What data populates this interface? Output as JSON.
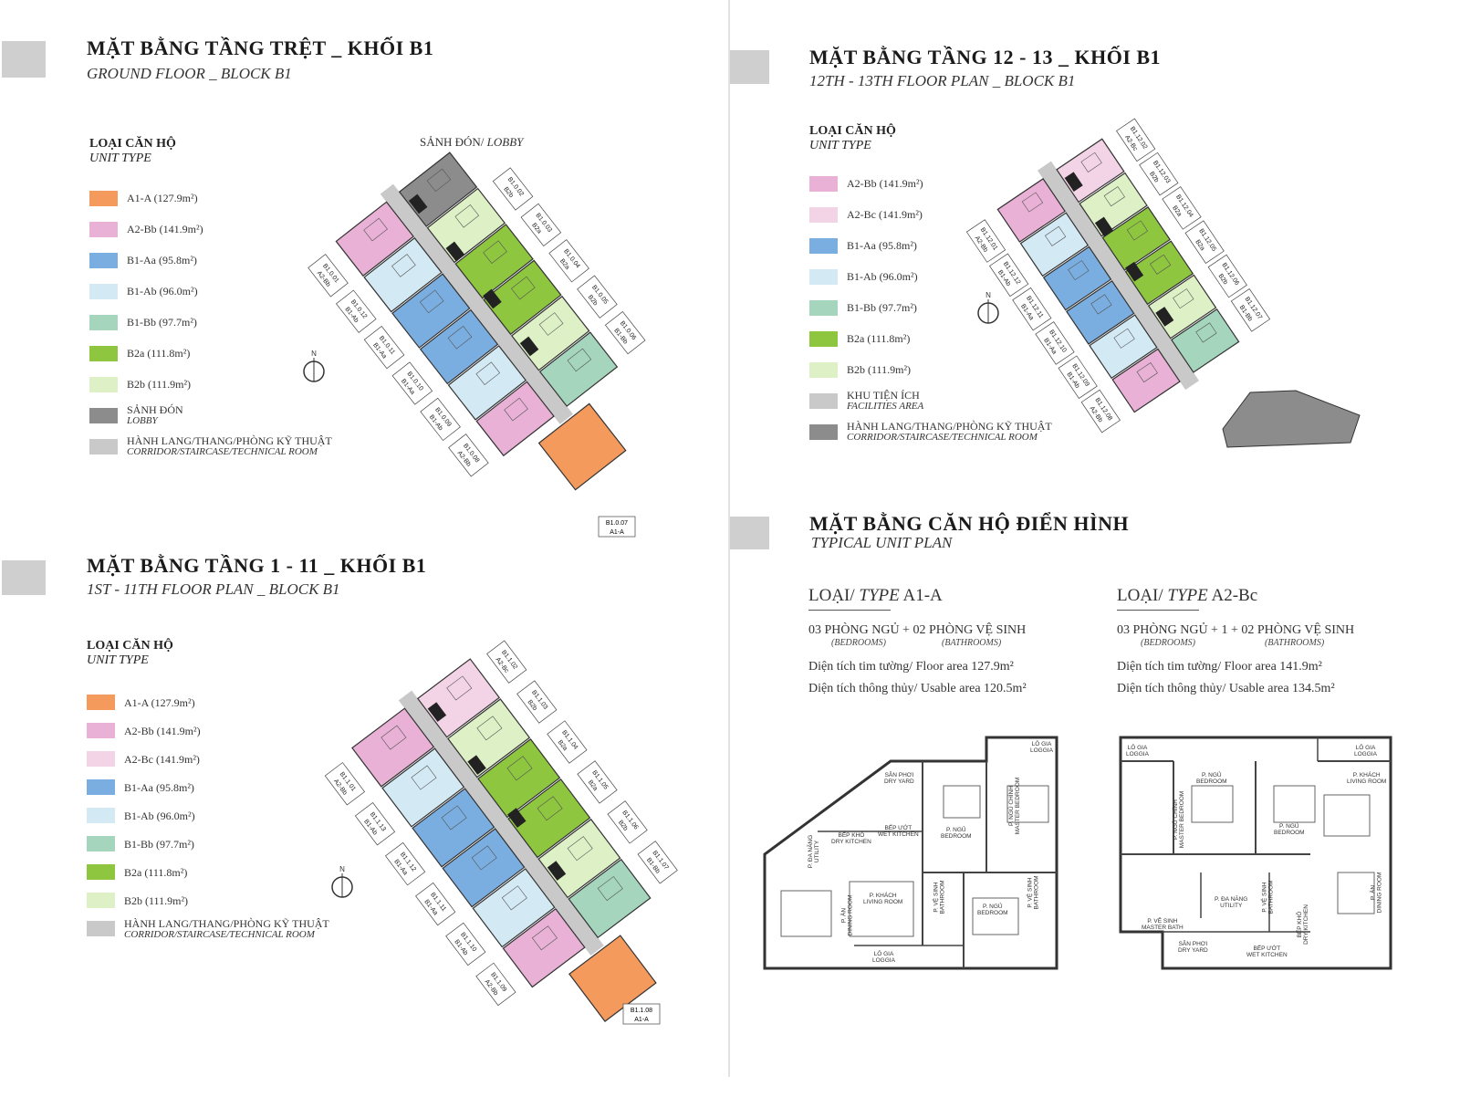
{
  "colors": {
    "A1-A": "#f39a5c",
    "A2-Bb": "#e8b1d5",
    "A2-Bc": "#f3d3e6",
    "B1-Aa": "#7aaee0",
    "B1-Ab": "#d3e9f4",
    "B1-Bb": "#a5d5bd",
    "B2a": "#8ec63f",
    "B2b": "#def0c6",
    "lobby": "#8c8c8c",
    "corridor": "#c9c9c9",
    "facilities": "#8c8c8c"
  },
  "ground": {
    "title": "MẶT BẰNG TẦNG TRỆT _ KHỐI B1",
    "subtitle": "GROUND FLOOR _ BLOCK B1",
    "legend_title": "LOẠI CĂN HỘ",
    "legend_subtitle": "UNIT TYPE",
    "legend": [
      {
        "key": "A1-A",
        "label": "A1-A (127.9m²)"
      },
      {
        "key": "A2-Bb",
        "label": "A2-Bb (141.9m²)"
      },
      {
        "key": "B1-Aa",
        "label": "B1-Aa (95.8m²)"
      },
      {
        "key": "B1-Ab",
        "label": "B1-Ab (96.0m²)"
      },
      {
        "key": "B1-Bb",
        "label": "B1-Bb (97.7m²)"
      },
      {
        "key": "B2a",
        "label": "B2a (111.8m²)"
      },
      {
        "key": "B2b",
        "label": "B2b (111.9m²)"
      },
      {
        "key": "lobby",
        "label": "SẢNH ĐÓN",
        "sub": "LOBBY"
      },
      {
        "key": "corridor",
        "label": "HÀNH LANG/THANG/PHÒNG KỸ THUẬT",
        "sub": "CORRIDOR/STAIRCASE/TECHNICAL ROOM"
      }
    ],
    "lobby_label": "SẢNH ĐÓN/",
    "lobby_label_en": "LOBBY",
    "north": "N",
    "sw_units": [
      {
        "code": "B1.0.01",
        "type": "A2-Bb"
      },
      {
        "code": "B1.0.12",
        "type": "B1-Ab"
      },
      {
        "code": "B1.0.11",
        "type": "B1-Aa"
      },
      {
        "code": "B1.0.10",
        "type": "B1-Aa"
      },
      {
        "code": "B1.0.09",
        "type": "B1-Ab"
      },
      {
        "code": "B1.0.08",
        "type": "A2-Bb"
      }
    ],
    "ne_units": [
      {
        "code": "",
        "type": "lobby"
      },
      {
        "code": "B1.0.02",
        "type": "B2b"
      },
      {
        "code": "B1.0.03",
        "type": "B2a"
      },
      {
        "code": "B1.0.04",
        "type": "B2a"
      },
      {
        "code": "B1.0.05",
        "type": "B2b"
      },
      {
        "code": "B1.0.06",
        "type": "B1-Bb"
      }
    ],
    "end_unit": {
      "code": "B1.0.07",
      "type": "A1-A"
    }
  },
  "typical_floor": {
    "title": "MẶT BẰNG TẦNG 1 - 11 _ KHỐI B1",
    "subtitle": "1ST - 11TH FLOOR PLAN _ BLOCK B1",
    "legend_title": "LOẠI CĂN HỘ",
    "legend_subtitle": "UNIT TYPE",
    "legend": [
      {
        "key": "A1-A",
        "label": "A1-A (127.9m²)"
      },
      {
        "key": "A2-Bb",
        "label": "A2-Bb (141.9m²)"
      },
      {
        "key": "A2-Bc",
        "label": "A2-Bc (141.9m²)"
      },
      {
        "key": "B1-Aa",
        "label": "B1-Aa (95.8m²)"
      },
      {
        "key": "B1-Ab",
        "label": "B1-Ab (96.0m²)"
      },
      {
        "key": "B1-Bb",
        "label": "B1-Bb (97.7m²)"
      },
      {
        "key": "B2a",
        "label": "B2a (111.8m²)"
      },
      {
        "key": "B2b",
        "label": "B2b (111.9m²)"
      },
      {
        "key": "corridor",
        "label": "HÀNH LANG/THANG/PHÒNG KỸ THUẬT",
        "sub": "CORRIDOR/STAIRCASE/TECHNICAL ROOM"
      }
    ],
    "north": "N",
    "sw_units": [
      {
        "code": "B1.1.01",
        "type": "A2-Bb"
      },
      {
        "code": "B1.1.13",
        "type": "B1-Ab"
      },
      {
        "code": "B1.1.12",
        "type": "B1-Aa"
      },
      {
        "code": "B1.1.11",
        "type": "B1-Aa"
      },
      {
        "code": "B1.1.10",
        "type": "B1-Ab"
      },
      {
        "code": "B1.1.09",
        "type": "A2-Bb"
      }
    ],
    "ne_units": [
      {
        "code": "B1.1.02",
        "type": "A2-Bc"
      },
      {
        "code": "B1.1.03",
        "type": "B2b"
      },
      {
        "code": "B1.1.04",
        "type": "B2a"
      },
      {
        "code": "B1.1.05",
        "type": "B2a"
      },
      {
        "code": "B1.1.06",
        "type": "B2b"
      },
      {
        "code": "B1.1.07",
        "type": "B1-Bb"
      }
    ],
    "end_unit": {
      "code": "B1.1.08",
      "type": "A1-A"
    }
  },
  "upper_floor": {
    "title": "MẶT BẰNG TẦNG 12 - 13 _ KHỐI B1",
    "subtitle": "12TH - 13TH FLOOR PLAN _ BLOCK B1",
    "legend_title": "LOẠI CĂN HỘ",
    "legend_subtitle": "UNIT TYPE",
    "legend": [
      {
        "key": "A2-Bb",
        "label": "A2-Bb (141.9m²)"
      },
      {
        "key": "A2-Bc",
        "label": "A2-Bc (141.9m²)"
      },
      {
        "key": "B1-Aa",
        "label": "B1-Aa (95.8m²)"
      },
      {
        "key": "B1-Ab",
        "label": "B1-Ab (96.0m²)"
      },
      {
        "key": "B1-Bb",
        "label": "B1-Bb (97.7m²)"
      },
      {
        "key": "B2a",
        "label": "B2a (111.8m²)"
      },
      {
        "key": "B2b",
        "label": "B2b (111.9m²)"
      },
      {
        "key": "corridor",
        "label": "KHU TIỆN ÍCH",
        "sub": "FACILITIES AREA"
      },
      {
        "key": "facilities",
        "label": "HÀNH LANG/THANG/PHÒNG KỸ THUẬT",
        "sub": "CORRIDOR/STAIRCASE/TECHNICAL ROOM"
      }
    ],
    "north": "N",
    "sw_units": [
      {
        "code": "B1.12.01",
        "type": "A2-Bb"
      },
      {
        "code": "B1.12.12",
        "type": "B1-Ab"
      },
      {
        "code": "B1.12.11",
        "type": "B1-Aa"
      },
      {
        "code": "B1.12.10",
        "type": "B1-Aa"
      },
      {
        "code": "B1.12.09",
        "type": "B1-Ab"
      },
      {
        "code": "B1.12.08",
        "type": "A2-Bb"
      }
    ],
    "ne_units": [
      {
        "code": "B1.12.02",
        "type": "A2-Bc"
      },
      {
        "code": "B1.12.03",
        "type": "B2b"
      },
      {
        "code": "B1.12.04",
        "type": "B2a"
      },
      {
        "code": "B1.12.05",
        "type": "B2a"
      },
      {
        "code": "B1.12.06",
        "type": "B2b"
      },
      {
        "code": "B1.12.07",
        "type": "B1-Bb"
      }
    ]
  },
  "unit_plans": {
    "title": "MẶT BẰNG CĂN HỘ ĐIỂN HÌNH",
    "subtitle": "TYPICAL UNIT PLAN",
    "a1a": {
      "type_prefix": "LOẠI/ ",
      "type_italic": "TYPE",
      "type_code": " A1-A",
      "rooms_line": "03 PHÒNG NGỦ + 02 PHÒNG VỆ SINH",
      "bedrooms": "(BEDROOMS)",
      "bathrooms": "(BATHROOMS)",
      "floor_area": "Diện tích tim tường/ Floor area 127.9m²",
      "usable_area": "Diện tích thông thủy/ Usable area 120.5m²",
      "rooms": [
        "LÔ GIA\nLOGGIA",
        "SÂN PHƠI\nDRY YARD",
        "BẾP ƯỚT\nWET KITCHEN",
        "BẾP KHÔ\nDRY KITCHEN",
        "P. ĐA NĂNG\nUTILITY",
        "P. NGỦ\nBEDROOM",
        "P. NGỦ CHÍNH\nMASTER BEDROOM",
        "P. KHÁCH\nLIVING ROOM",
        "P. ĂN\nDINING ROOM",
        "P. VỆ SINH\nBATHROOM",
        "P. NGỦ\nBEDROOM",
        "P. VỆ SINH\nBATHROOM",
        "LÔ GIA\nLOGGIA"
      ]
    },
    "a2bc": {
      "type_prefix": "LOẠI/ ",
      "type_italic": "TYPE",
      "type_code": " A2-Bc",
      "rooms_line": "03 PHÒNG NGỦ + 1 + 02 PHÒNG VỆ SINH",
      "bedrooms": "(BEDROOMS)",
      "bathrooms": "(BATHROOMS)",
      "floor_area": "Diện tích tim tường/ Floor area 141.9m²",
      "usable_area": "Diện tích thông thủy/ Usable area 134.5m²",
      "rooms": [
        "LÔ GIA\nLOGGIA",
        "P. NGỦ\nBEDROOM",
        "P. NGỦ CHÍNH\nMASTER BEDROOM",
        "P. NGỦ\nBEDROOM",
        "LÔ GIA\nLOGGIA",
        "P. KHÁCH\nLIVING ROOM",
        "P. VỆ SINH\nMASTER BATH",
        "P. ĐA NĂNG\nUTILITY",
        "P. VỆ SINH\nBATHROOM",
        "BẾP KHÔ\nDRY KITCHEN",
        "P. ĂN\nDINING ROOM",
        "SÂN PHƠI\nDRY YARD",
        "BẾP ƯỚT\nWET KITCHEN"
      ]
    }
  }
}
